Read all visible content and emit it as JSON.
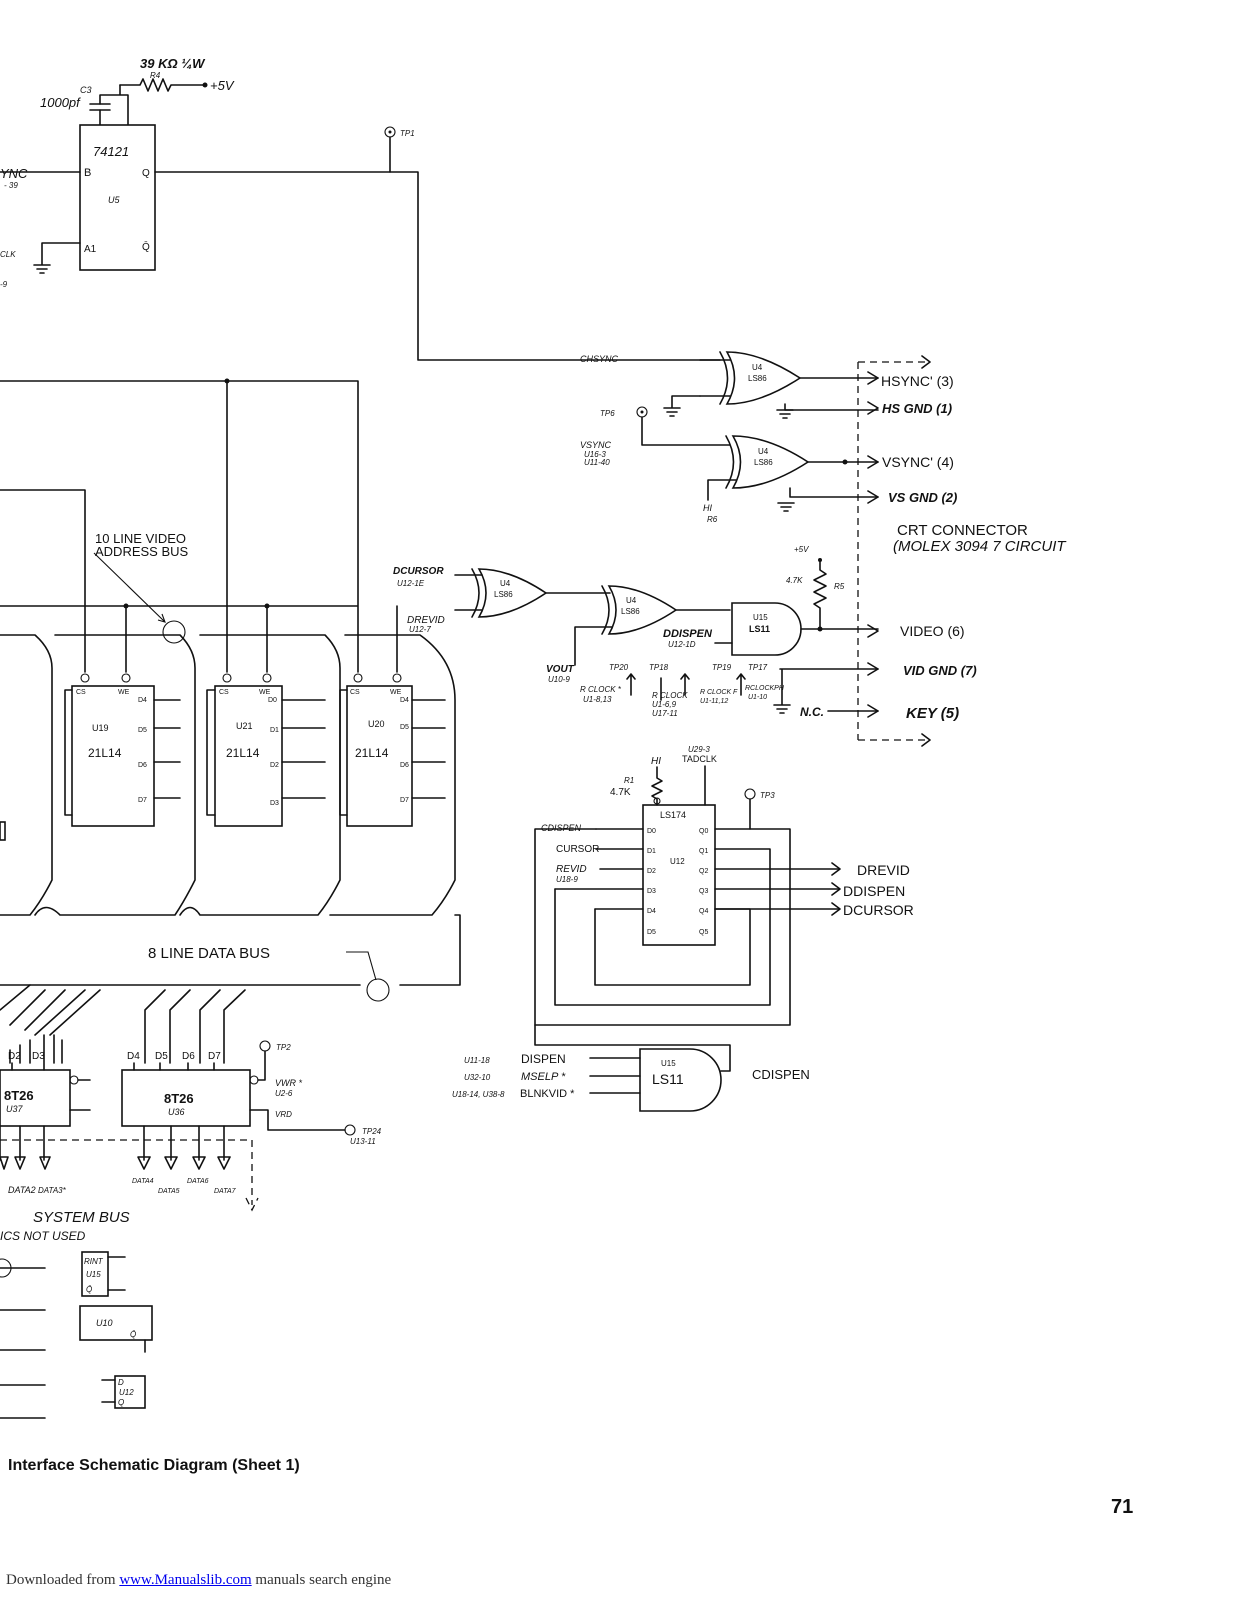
{
  "caption": "Interface Schematic Diagram (Sheet 1)",
  "page_number": "71",
  "footer": {
    "prefix": "Downloaded from ",
    "link_text": "www.Manualslib.com",
    "suffix": " manuals search engine"
  },
  "timer": {
    "resistor_value": "39 KΩ ¼W",
    "resistor_ref": "R4",
    "supply": "+5V",
    "cap_ref": "C3",
    "cap_value": "1000pf",
    "part": "74121",
    "ref": "U5",
    "pin_b": "B",
    "pin_a1": "A1",
    "pin_q": "Q",
    "pin_qbar": "Q̄",
    "left_signal": "YNC",
    "left_signal_sub": "- 39",
    "left_clk": "CLK",
    "left_clk_sub": "-9"
  },
  "tp1": "TP1",
  "tp6": "TP6",
  "chsync": "CHSYNC",
  "vsync_src": [
    "VSYNC",
    "U16-3",
    "U11-40"
  ],
  "hi_r6": [
    "HI",
    "R6"
  ],
  "u4_label": "U4",
  "ls86": "LS86",
  "crt": {
    "hsync": "HSYNC' (3)",
    "hsgnd": "HS GND (1)",
    "vsync": "VSYNC' (4)",
    "vsgnd": "VS GND (2)",
    "video": "VIDEO (6)",
    "vidgnd": "VID GND (7)",
    "nc": "N.C.",
    "key": "KEY (5)",
    "title_1": "CRT CONNECTOR",
    "title_2": "(MOLEX 3094 7 CIRCUIT"
  },
  "video_chain": {
    "dcursor": "DCURSOR",
    "dcursor_src": "U12-1E",
    "drevid": "DREVID",
    "drevid_src": "U12-7",
    "ddispen": "DDISPEN",
    "ddispen_src": "U12-1D",
    "vout": "VOUT",
    "vout_src": "U10-9",
    "plus5": "+5V",
    "r5_value": "4.7K",
    "r5": "R5",
    "u15": "U15",
    "ls11": "LS11",
    "tp20": "TP20",
    "tp18": "TP18",
    "tp19": "TP19",
    "tp17": "TP17",
    "rclock_star": "R CLOCK *",
    "rclock_star_src": "U1-8,13",
    "rclock": "R CLOCK",
    "rclock_src_1": "U1-6,9",
    "rclock_src_2": "U17-11",
    "rclock_f": "R CLOCK F",
    "rclock_f_src": "U1-11,12",
    "rclockph": "RCLOCKPH",
    "rclockph_src": "U1-10"
  },
  "video_bus_label_1": "10 LINE VIDEO",
  "video_bus_label_2": "ADDRESS BUS",
  "rams": [
    {
      "ref": "U19",
      "part": "21L14",
      "pins_l": [
        "CS"
      ],
      "pins_r": [
        "WE",
        "D4",
        "D5",
        "D6",
        "D7"
      ]
    },
    {
      "ref": "U21",
      "part": "21L14",
      "pins_l": [
        "CS"
      ],
      "pins_r": [
        "WE",
        "D0",
        "D1",
        "D2",
        "D3"
      ]
    },
    {
      "ref": "U20",
      "part": "21L14",
      "pins_l": [
        "CS"
      ],
      "pins_r": [
        "WE",
        "D4",
        "D5",
        "D6",
        "D7"
      ]
    }
  ],
  "data_bus_label": "8 LINE DATA BUS",
  "latch": {
    "part": "LS174",
    "ref": "U12",
    "hi": "HI",
    "r1": "R1",
    "r1_value": "4.7K",
    "tadclk_src": "U29-3",
    "tadclk": "TADCLK",
    "tp3": "TP3",
    "in_cdispen": "CDISPEN",
    "in_cursor": "CURSOR",
    "in_revid": "REVID",
    "in_revid_src": "U18-9",
    "out_drevid": "DREVID",
    "out_ddispen": "DDISPEN",
    "out_dcursor": "DCURSOR",
    "d_pins": [
      "D0",
      "D1",
      "D2",
      "D3",
      "D4",
      "D5"
    ],
    "q_pins": [
      "Q0",
      "Q1",
      "Q2",
      "Q3",
      "Q4",
      "Q5"
    ]
  },
  "and_gate": {
    "ref": "U15",
    "part": "LS11",
    "in1": "DISPEN",
    "in1_src": "U11-18",
    "in2": "MSELP *",
    "in2_src": "U32-10",
    "in3": "BLNKVID *",
    "in3_src": "U18-14, U38-8",
    "out": "CDISPEN"
  },
  "drivers": {
    "left_part": "8T26",
    "left_ref": "U37",
    "right_part": "8T26",
    "right_ref": "U36",
    "left_pins": [
      "D2",
      "D3"
    ],
    "right_pins": [
      "D4",
      "D5",
      "D6",
      "D7"
    ],
    "tp2": "TP2",
    "vwr": "VWR *",
    "vwr_src": "U2-6",
    "vrd": "VRD",
    "tp24": "TP24",
    "tp24_src": "U13-11",
    "left_bus": [
      "DATA2",
      "DATA3*"
    ],
    "right_bus": [
      "DATA4",
      "DATA5",
      "DATA6",
      "DATA7"
    ]
  },
  "system_bus": "SYSTEM BUS",
  "unused_title": "ICS NOT USED",
  "unused": [
    {
      "label": "RINT",
      "ref": "U15",
      "pin": "Q̄"
    },
    {
      "label": "",
      "ref": "U10",
      "pin": "Q̄"
    },
    {
      "label": "D",
      "ref": "U12",
      "pin": "Q"
    }
  ]
}
